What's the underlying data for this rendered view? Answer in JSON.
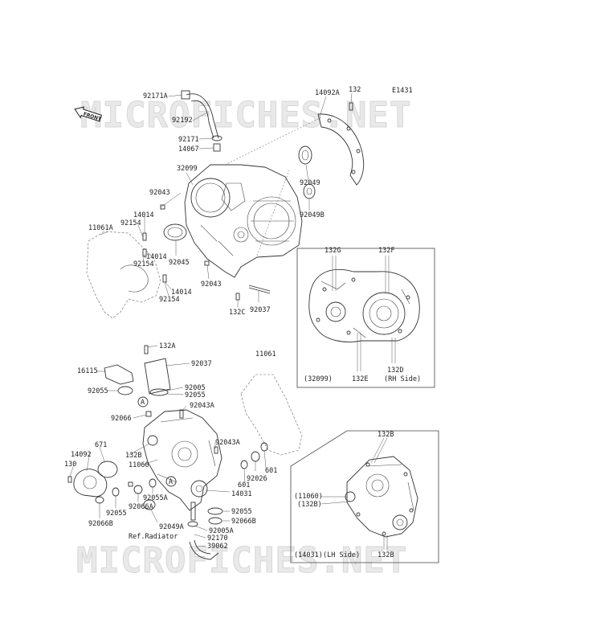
{
  "diagram_id": "E1431",
  "watermark": "MICROFICHES.NET",
  "front_label": "FRONT",
  "ref_radiator": "Ref.Radiator",
  "callouts": [
    {
      "id": "c92171A",
      "text": "92171A"
    },
    {
      "id": "c92192",
      "text": "92192"
    },
    {
      "id": "c14092A",
      "text": "14092A"
    },
    {
      "id": "c132top",
      "text": "132"
    },
    {
      "id": "c92171",
      "text": "92171"
    },
    {
      "id": "c14067",
      "text": "14067"
    },
    {
      "id": "c32099",
      "text": "32099"
    },
    {
      "id": "c92043a",
      "text": "92043"
    },
    {
      "id": "c14014a",
      "text": "14014"
    },
    {
      "id": "c92154a",
      "text": "92154"
    },
    {
      "id": "c11061A",
      "text": "11061A"
    },
    {
      "id": "c14014b",
      "text": "14014"
    },
    {
      "id": "c92154b",
      "text": "92154"
    },
    {
      "id": "c92049",
      "text": "92049"
    },
    {
      "id": "c92049B",
      "text": "92049B"
    },
    {
      "id": "c92045",
      "text": "92045"
    },
    {
      "id": "c92043b",
      "text": "92043"
    },
    {
      "id": "c14014c",
      "text": "14014"
    },
    {
      "id": "c92154c",
      "text": "92154"
    },
    {
      "id": "c132C",
      "text": "132C"
    },
    {
      "id": "c92037a",
      "text": "92037"
    },
    {
      "id": "c132A",
      "text": "132A"
    },
    {
      "id": "c92037b",
      "text": "92037"
    },
    {
      "id": "c16115",
      "text": "16115"
    },
    {
      "id": "c92055a",
      "text": "92055"
    },
    {
      "id": "c92005",
      "text": "92005"
    },
    {
      "id": "c92055b",
      "text": "92055"
    },
    {
      "id": "c92043A",
      "text": "92043A"
    },
    {
      "id": "c92066",
      "text": "92066"
    },
    {
      "id": "c11061",
      "text": "11061"
    },
    {
      "id": "c14092",
      "text": "14092"
    },
    {
      "id": "c671",
      "text": "671"
    },
    {
      "id": "c130",
      "text": "130"
    },
    {
      "id": "c132B",
      "text": "132B"
    },
    {
      "id": "c11060",
      "text": "11060"
    },
    {
      "id": "c92043A2",
      "text": "92043A"
    },
    {
      "id": "c92026",
      "text": "92026"
    },
    {
      "id": "c601a",
      "text": "601"
    },
    {
      "id": "c601b",
      "text": "601"
    },
    {
      "id": "c14031",
      "text": "14031"
    },
    {
      "id": "c92055A",
      "text": "92055A"
    },
    {
      "id": "c92066A",
      "text": "92066A"
    },
    {
      "id": "c92055c",
      "text": "92055"
    },
    {
      "id": "c92066B",
      "text": "92066B"
    },
    {
      "id": "c92055d",
      "text": "92055"
    },
    {
      "id": "c92066B2",
      "text": "92066B"
    },
    {
      "id": "c92049A",
      "text": "92049A"
    },
    {
      "id": "c92005A",
      "text": "92005A"
    },
    {
      "id": "c92170",
      "text": "92170"
    },
    {
      "id": "c39062",
      "text": "39062"
    },
    {
      "id": "cA1",
      "text": "A"
    },
    {
      "id": "cA2",
      "text": "A"
    }
  ],
  "inset_rh": {
    "labels": [
      "132G",
      "132F",
      "132E",
      "132D"
    ],
    "assembly": "(32099)",
    "side": "(RH Side)"
  },
  "inset_lh": {
    "labels": [
      "132B",
      "(11060)",
      "(132B)",
      "132B"
    ],
    "assembly": "(14031)",
    "side": "(LH Side)"
  }
}
